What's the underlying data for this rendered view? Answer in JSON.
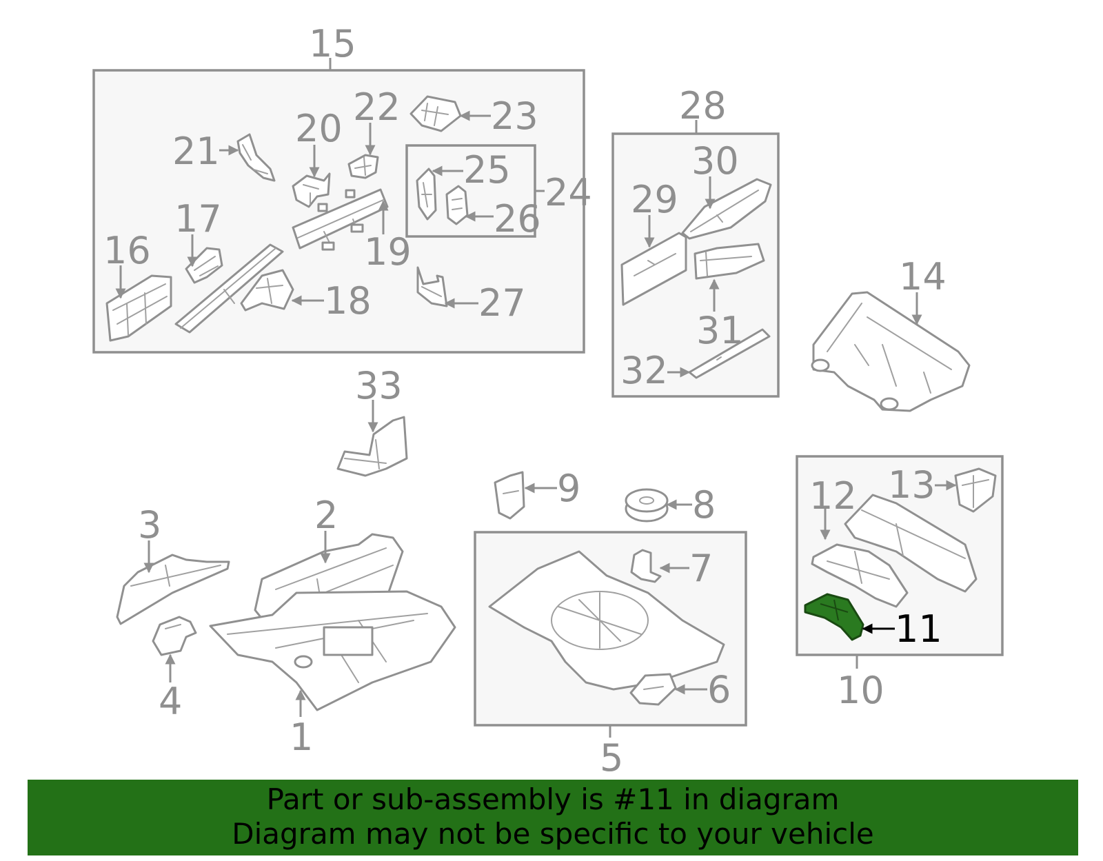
{
  "diagram": {
    "highlighted_part": "11",
    "callouts": {
      "c1": "1",
      "c2": "2",
      "c3": "3",
      "c4": "4",
      "c5": "5",
      "c6": "6",
      "c7": "7",
      "c8": "8",
      "c9": "9",
      "c10": "10",
      "c11": "11",
      "c12": "12",
      "c13": "13",
      "c14": "14",
      "c15": "15",
      "c16": "16",
      "c17": "17",
      "c18": "18",
      "c19": "19",
      "c20": "20",
      "c21": "21",
      "c22": "22",
      "c23": "23",
      "c24": "24",
      "c25": "25",
      "c26": "26",
      "c27": "27",
      "c28": "28",
      "c29": "29",
      "c30": "30",
      "c31": "31",
      "c32": "32",
      "c33": "33"
    },
    "colors": {
      "highlight": "#2a7a20",
      "banner": "#237117",
      "line": "#909090"
    }
  },
  "banner": {
    "line1": "Part or sub-assembly is #11 in diagram",
    "line2": "Diagram may not be specific to your vehicle"
  }
}
